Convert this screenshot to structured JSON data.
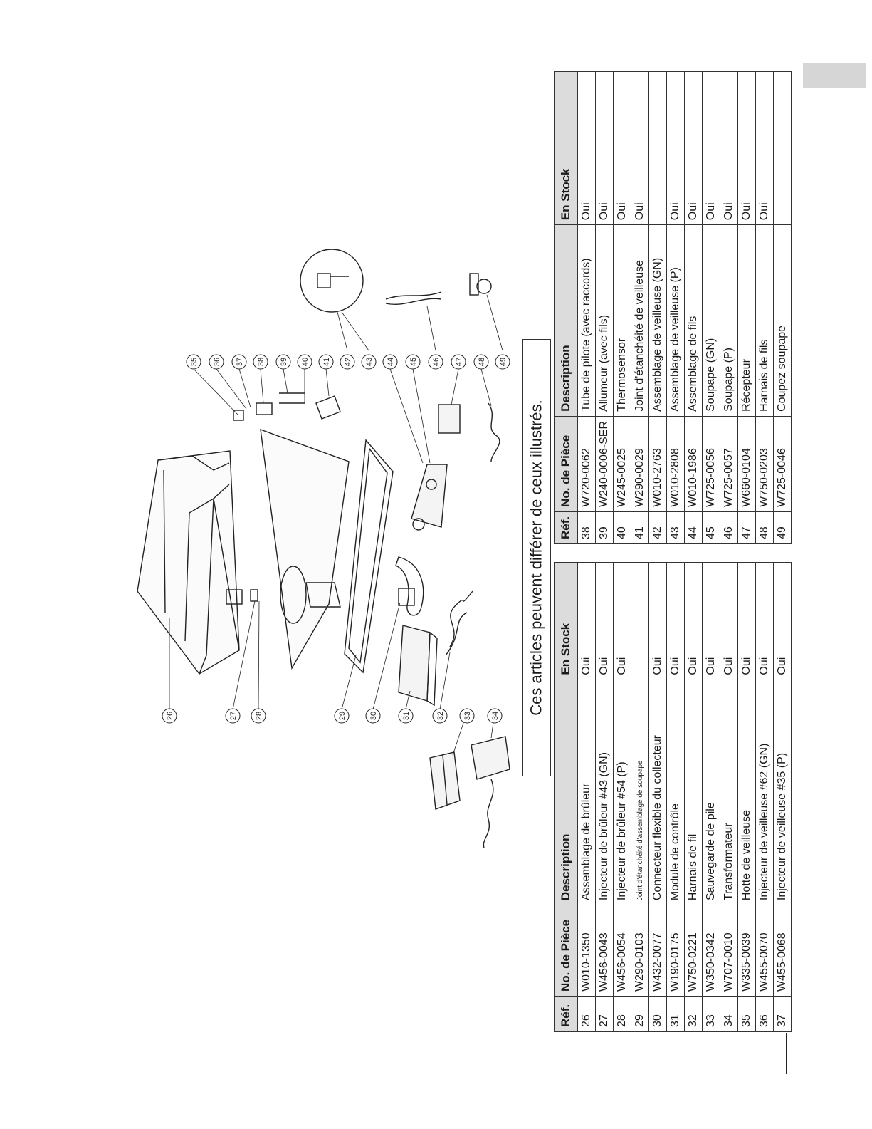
{
  "note": "Ces articles peuvent différer de ceux illustrés.",
  "table_headers": {
    "ref": "Réf.",
    "part_no": "No. de Pièce",
    "description": "Description",
    "in_stock": "En Stock"
  },
  "left_table": [
    {
      "ref": "26",
      "part_no": "W010-1350",
      "description": "Assemblage de brûleur",
      "in_stock": "Oui"
    },
    {
      "ref": "27",
      "part_no": "W456-0043",
      "description": "Injecteur de brûleur #43 (GN)",
      "in_stock": "Oui"
    },
    {
      "ref": "28",
      "part_no": "W456-0054",
      "description": "Injecteur de brûleur #54 (P)",
      "in_stock": "Oui"
    },
    {
      "ref": "29",
      "part_no": "W290-0103",
      "description": "Joint d'étanchéité d'assemblage de soupape",
      "in_stock": ""
    },
    {
      "ref": "30",
      "part_no": "W432-0077",
      "description": "Connecteur flexible du collecteur",
      "in_stock": "Oui"
    },
    {
      "ref": "31",
      "part_no": "W190-0175",
      "description": "Module de contrôle",
      "in_stock": "Oui"
    },
    {
      "ref": "32",
      "part_no": "W750-0221",
      "description": "Harnais de fil",
      "in_stock": "Oui"
    },
    {
      "ref": "33",
      "part_no": "W350-0342",
      "description": "Sauvegarde de pile",
      "in_stock": "Oui"
    },
    {
      "ref": "34",
      "part_no": "W707-0010",
      "description": "Transformateur",
      "in_stock": "Oui"
    },
    {
      "ref": "35",
      "part_no": "W335-0039",
      "description": "Hotte de veilleuse",
      "in_stock": "Oui"
    },
    {
      "ref": "36",
      "part_no": "W455-0070",
      "description": "Injecteur de veilleuse #62 (GN)",
      "in_stock": "Oui"
    },
    {
      "ref": "37",
      "part_no": "W455-0068",
      "description": "Injecteur de veilleuse #35 (P)",
      "in_stock": "Oui"
    }
  ],
  "right_table": [
    {
      "ref": "38",
      "part_no": "W720-0062",
      "description": "Tube de pilote (avec raccords)",
      "in_stock": "Oui"
    },
    {
      "ref": "39",
      "part_no": "W240-0006-SER",
      "description": "Allumeur (avec fils)",
      "in_stock": "Oui"
    },
    {
      "ref": "40",
      "part_no": "W245-0025",
      "description": "Thermosensor",
      "in_stock": "Oui"
    },
    {
      "ref": "41",
      "part_no": "W290-0029",
      "description": "Joint d'étanchéité de veilleuse",
      "in_stock": "Oui"
    },
    {
      "ref": "42",
      "part_no": "W010-2763",
      "description": "Assemblage de veilleuse (GN)",
      "in_stock": ""
    },
    {
      "ref": "43",
      "part_no": "W010-2808",
      "description": "Assemblage de veilleuse (P)",
      "in_stock": "Oui"
    },
    {
      "ref": "44",
      "part_no": "W010-1986",
      "description": "Assemblage de fils",
      "in_stock": "Oui"
    },
    {
      "ref": "45",
      "part_no": "W725-0056",
      "description": "Soupape (GN)",
      "in_stock": "Oui"
    },
    {
      "ref": "46",
      "part_no": "W725-0057",
      "description": "Soupape (P)",
      "in_stock": "Oui"
    },
    {
      "ref": "47",
      "part_no": "W660-0104",
      "description": "Récepteur",
      "in_stock": "Oui"
    },
    {
      "ref": "48",
      "part_no": "W750-0203",
      "description": "Harnais de fils",
      "in_stock": "Oui"
    },
    {
      "ref": "49",
      "part_no": "W725-0046",
      "description": "Coupez soupape",
      "in_stock": ""
    }
  ],
  "callouts": [
    "26",
    "27",
    "28",
    "29",
    "30",
    "31",
    "32",
    "33",
    "34",
    "35",
    "36",
    "37",
    "38",
    "39",
    "40",
    "41",
    "42",
    "43",
    "44",
    "45",
    "46",
    "47",
    "48",
    "49"
  ]
}
